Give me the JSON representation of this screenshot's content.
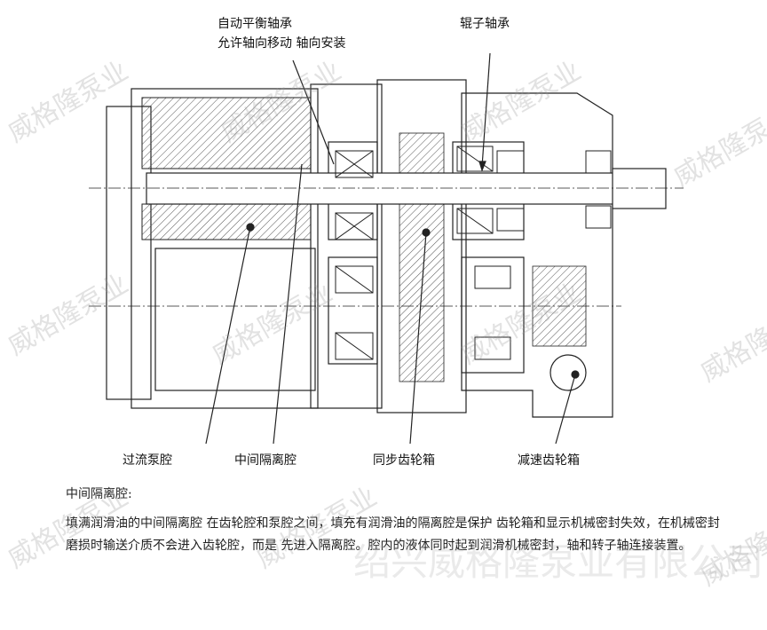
{
  "labels": {
    "self_aligning_bearing_line1": "自动平衡轴承",
    "self_aligning_bearing_line2": "允许轴向移动 轴向安装",
    "roller_bearing": "辊子轴承",
    "pump_chamber": "过流泵腔",
    "isolation_chamber": "中间隔离腔",
    "sync_gearbox": "同步齿轮箱",
    "reduction_gearbox": "减速齿轮箱"
  },
  "description": {
    "heading": "中间隔离腔:",
    "body": "填满润滑油的中间隔离腔 在齿轮腔和泵腔之间，填充有润滑油的隔离腔是保护 齿轮箱和显示机械密封失效，在机械密封磨损时输送介质不会进入齿轮腔，而是 先进入隔离腔。腔内的液体同时起到润滑机械密封，轴和转子轴连接装置。"
  },
  "watermarks": {
    "brand": "威格隆泵业",
    "company": "绍兴威格隆泵业有限公司"
  }
}
